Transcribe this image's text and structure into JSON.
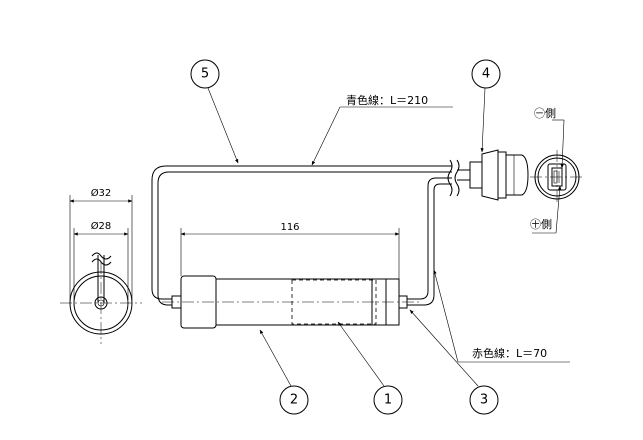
{
  "labels": {
    "blue_wire": "青色線：L＝210",
    "red_wire": "赤色線：L＝70",
    "minus_side": "㊀側",
    "plus_side": "㊉側"
  },
  "dimensions": {
    "length": "116",
    "outer_dia": "Ø32",
    "inner_dia": "Ø28"
  },
  "balloons": {
    "b1": "1",
    "b2": "2",
    "b3": "3",
    "b4": "4",
    "b5": "5"
  }
}
